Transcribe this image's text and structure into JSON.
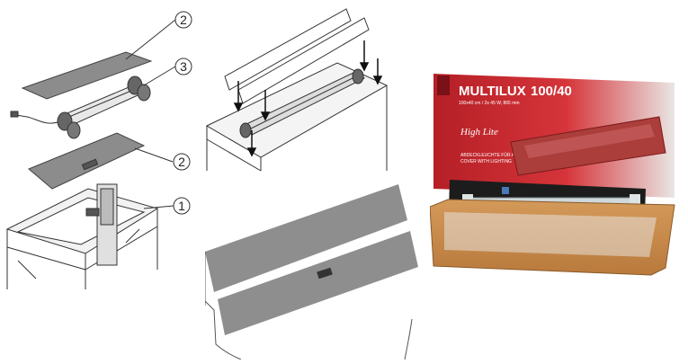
{
  "callouts": {
    "tank": "1",
    "cover": "2",
    "light_unit": "3"
  },
  "product_box": {
    "title": "MULTILUX",
    "size": "100/40",
    "subtitle_line1": "100x40 cm / 2x 45 W, 865 mm",
    "script_logo": "High Lite",
    "desc_line1": "ABDECKLEUCHTE FÜR AQUARIUM",
    "desc_line2": "COVER WITH LIGHTING",
    "brand_color": "#c8262d",
    "frame_color": "#c98a4a"
  }
}
